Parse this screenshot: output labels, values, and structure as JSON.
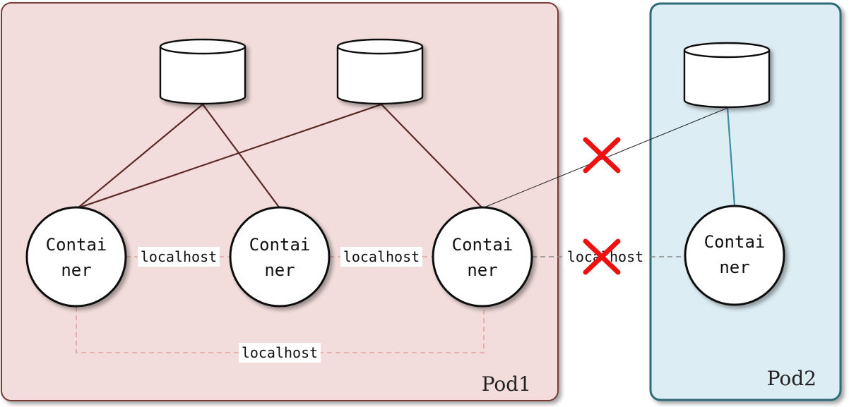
{
  "pods": [
    {
      "id": "pod1",
      "label": "Pod1"
    },
    {
      "id": "pod2",
      "label": "Pod2"
    }
  ],
  "containers": [
    {
      "id": "c1",
      "line1": "Contai",
      "line2": "ner"
    },
    {
      "id": "c2",
      "line1": "Contai",
      "line2": "ner"
    },
    {
      "id": "c3",
      "line1": "Contai",
      "line2": "ner"
    },
    {
      "id": "c4",
      "line1": "Contai",
      "line2": "ner"
    }
  ],
  "volumes": [
    {
      "id": "v1"
    },
    {
      "id": "v2"
    },
    {
      "id": "v3"
    }
  ],
  "links": [
    {
      "id": "l12",
      "label": "localhost"
    },
    {
      "id": "l23",
      "label": "localhost"
    },
    {
      "id": "l13",
      "label": "localhost"
    },
    {
      "id": "l34",
      "label": "localhost",
      "blocked": true
    }
  ],
  "colors": {
    "pod1_fill": "#f2dcdc",
    "pod1_border": "#7a3a36",
    "pod2_fill": "#dcedf3",
    "pod2_border": "#2f6b78",
    "volume_line": "#5a2a24",
    "pod2_volume_line": "#3a8fa3",
    "local_link": "#e3a49c",
    "cross_link": "#888888",
    "blocked_mark": "#ee1111"
  }
}
